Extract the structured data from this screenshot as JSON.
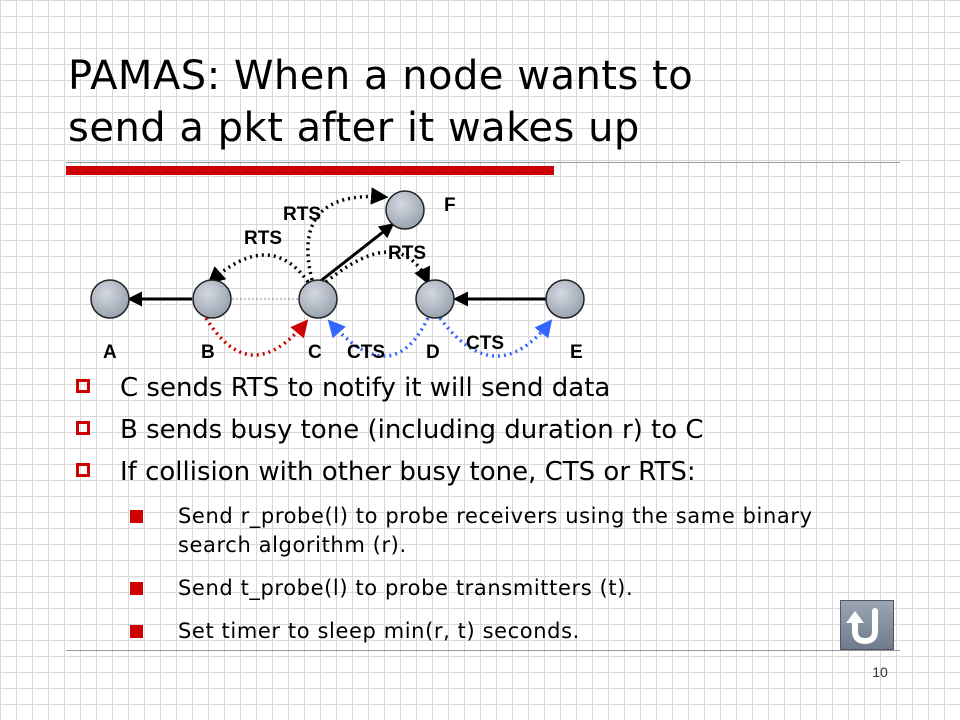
{
  "title": {
    "line1": "PAMAS: When a node wants to",
    "line2": "send a pkt after it wakes up"
  },
  "diagram": {
    "nodes": [
      "A",
      "B",
      "C",
      "D",
      "E",
      "F"
    ],
    "labels": {
      "rts_left": "RTS",
      "rts_top": "RTS",
      "rts_right": "RTS",
      "cts_c": "CTS",
      "cts_e": "CTS"
    },
    "colors": {
      "node_fill": "#b0b8c4",
      "rts_arrow": "#000000",
      "busy_tone_arrow": "#cc0000",
      "cts_arrow": "#3366ff"
    }
  },
  "bullets": [
    "C sends RTS to notify it will send data",
    "B sends busy tone (including duration r) to C",
    "If collision with other busy tone, CTS or RTS:"
  ],
  "sub_bullets": [
    "Send r_probe(l) to probe receivers using the same binary search algorithm (r).",
    "Send t_probe(l) to probe transmitters (t).",
    "Set timer to sleep min(r, t) seconds."
  ],
  "footer": {
    "page_number": "10",
    "back_icon": "back-u-turn-icon"
  }
}
